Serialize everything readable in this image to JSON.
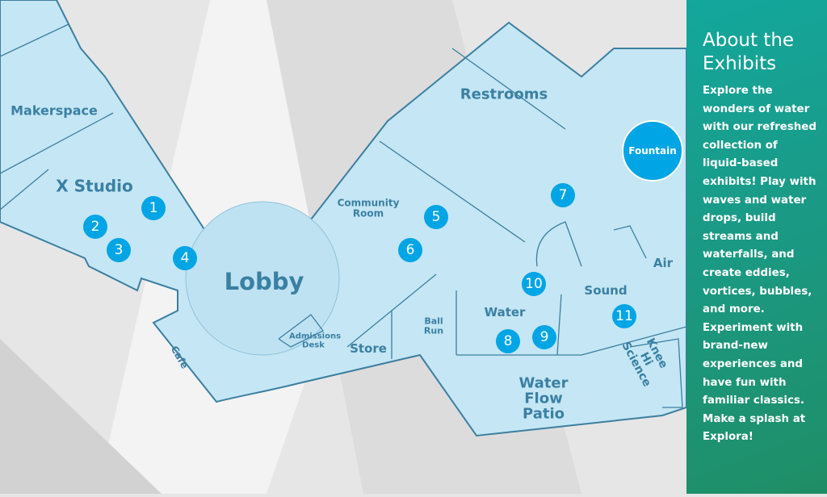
{
  "map": {
    "rooms": {
      "makerspace": "Makerspace",
      "x_studio": "X Studio",
      "lobby": "Lobby",
      "cafe": "Cafe",
      "admissions": "Admissions Desk",
      "store": "Store",
      "ball_run": "Ball Run",
      "water": "Water",
      "sound": "Sound",
      "air": "Air",
      "knee_hi": "Knee Hi Science",
      "patio": "Water Flow Patio",
      "restrooms": "Restrooms",
      "community": "Community Room",
      "fountain": "Fountain"
    },
    "markers": [
      "1",
      "2",
      "3",
      "4",
      "5",
      "6",
      "7",
      "8",
      "9",
      "10",
      "11"
    ]
  },
  "panel": {
    "title": "About the Exhibits",
    "body": "Explore the wonders of water with our refreshed collection of liquid-based exhibits! Play with waves and water drops, build streams and waterfalls, and create eddies, vortices, bubbles, and more. Experiment with brand-new experiences and have fun with familiar classics. Make a splash at Explora!"
  },
  "colors": {
    "floor": "#c5e6f4",
    "wall": "#3b7fa0",
    "marker": "#00a5e5",
    "panel": "#1a9a86"
  }
}
